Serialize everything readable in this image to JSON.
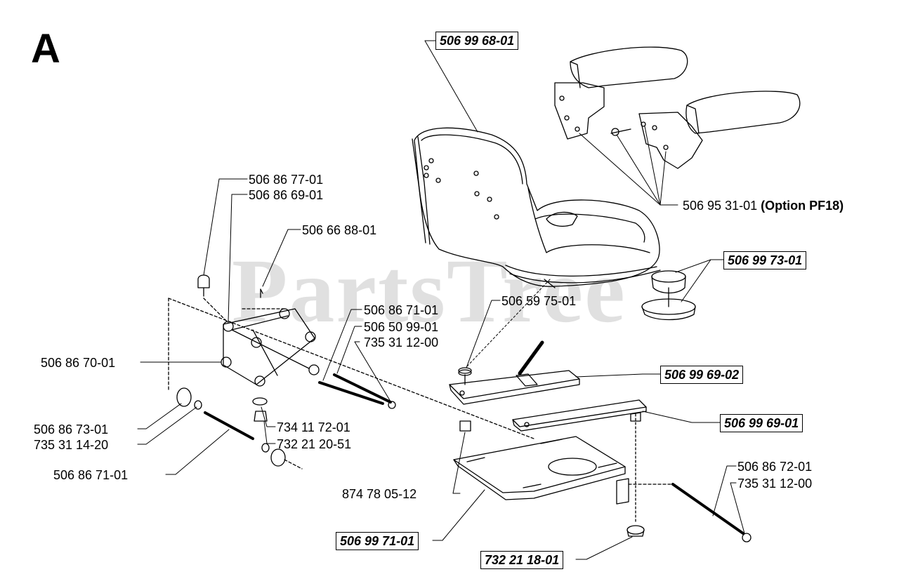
{
  "diagram": {
    "section_letter": "A",
    "watermark": "PartsTree",
    "part_labels": [
      {
        "id": "p1",
        "text": "506 99 68-01",
        "boxed": true
      },
      {
        "id": "p2",
        "text": "506 95 31-01",
        "suffix": "(Option PF18)",
        "boxed": false
      },
      {
        "id": "p3",
        "text": "506 86 77-01",
        "boxed": false
      },
      {
        "id": "p4",
        "text": "506 86 69-01",
        "boxed": false
      },
      {
        "id": "p5",
        "text": "506 66 88-01",
        "boxed": false
      },
      {
        "id": "p6",
        "text": "506 99 73-01",
        "boxed": true
      },
      {
        "id": "p7",
        "text": "506 86 71-01",
        "boxed": false
      },
      {
        "id": "p8",
        "text": "506 50 99-01",
        "boxed": false
      },
      {
        "id": "p9",
        "text": "735 31 12-00",
        "boxed": false
      },
      {
        "id": "p10",
        "text": "506 59 75-01",
        "boxed": false
      },
      {
        "id": "p11",
        "text": "506 86 70-01",
        "boxed": false
      },
      {
        "id": "p12",
        "text": "506 99 69-02",
        "boxed": true
      },
      {
        "id": "p13",
        "text": "506 99 69-01",
        "boxed": true
      },
      {
        "id": "p14",
        "text": "734 11 72-01",
        "boxed": false
      },
      {
        "id": "p15",
        "text": "732 21 20-51",
        "boxed": false
      },
      {
        "id": "p16",
        "text": "506 86 73-01",
        "boxed": false
      },
      {
        "id": "p17",
        "text": "735 31 14-20",
        "boxed": false
      },
      {
        "id": "p18",
        "text": "506 86 71-01",
        "boxed": false
      },
      {
        "id": "p19",
        "text": "874 78 05-12",
        "boxed": false
      },
      {
        "id": "p20",
        "text": "506 99 71-01",
        "boxed": true
      },
      {
        "id": "p21",
        "text": "506 86 72-01",
        "boxed": false
      },
      {
        "id": "p22",
        "text": "735 31 12-00",
        "boxed": false
      },
      {
        "id": "p23",
        "text": "732 21 18-01",
        "boxed": true
      }
    ]
  }
}
